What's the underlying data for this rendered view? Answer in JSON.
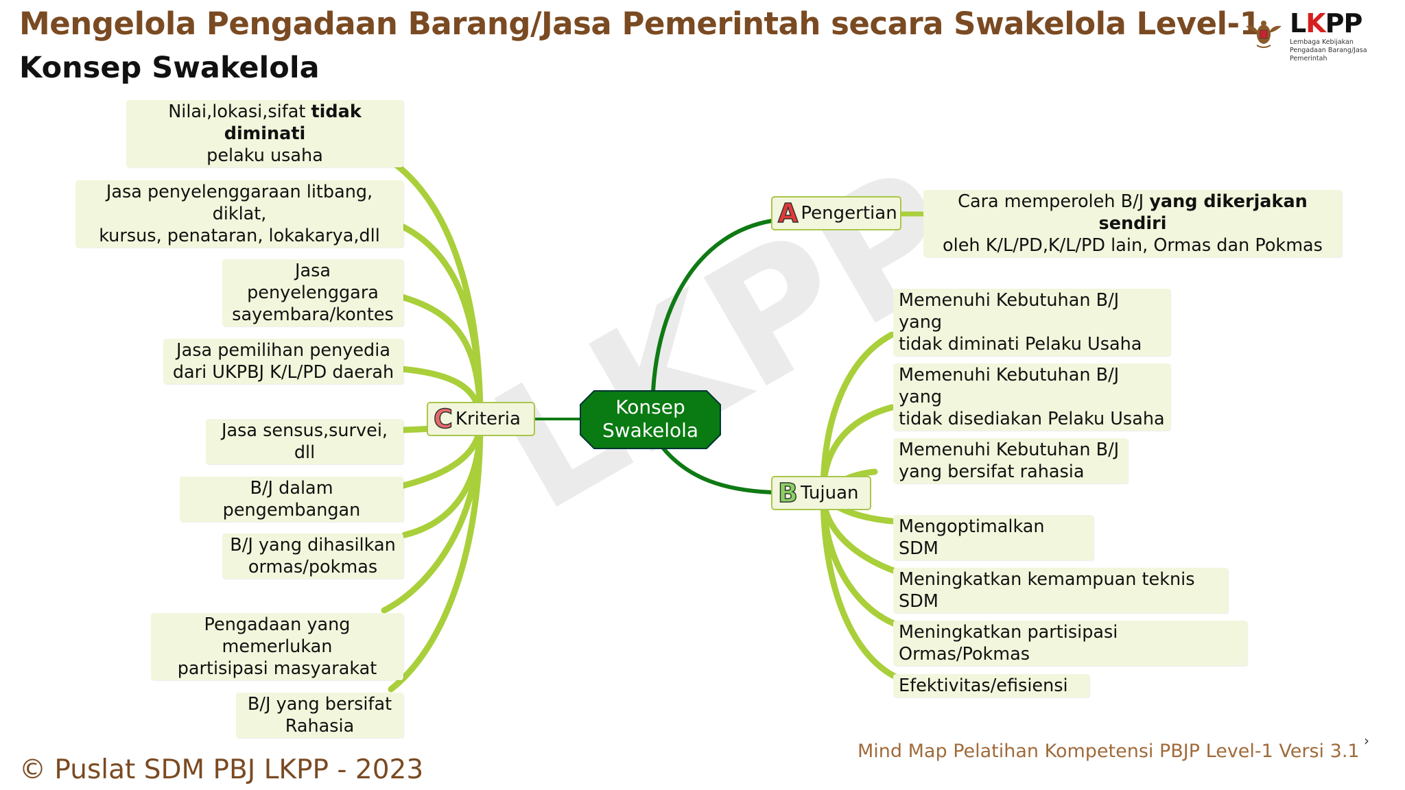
{
  "header": {
    "title": "Mengelola Pengadaan Barang/Jasa Pemerintah secara Swakelola Level-1",
    "subtitle": "Konsep Swakelola"
  },
  "logo": {
    "name_prefix": "L",
    "name_k": "K",
    "name_suffix": "PP",
    "line1": "Lembaga Kebijakan",
    "line2": "Pengadaan Barang/Jasa Pemerintah"
  },
  "watermark": "LKPP",
  "mindmap": {
    "center": {
      "line1": "Konsep",
      "line2": "Swakelola"
    },
    "pengertian": {
      "letter": "A",
      "label": "Pengertian",
      "detail": {
        "line1_normal": "Cara memperoleh B/J ",
        "line1_bold": "yang dikerjakan sendiri",
        "line2": "oleh K/L/PD,K/L/PD lain, Ormas dan Pokmas"
      }
    },
    "tujuan": {
      "letter": "B",
      "label": "Tujuan",
      "items": [
        {
          "line1": "Memenuhi Kebutuhan B/J yang",
          "line2": "tidak diminati Pelaku Usaha"
        },
        {
          "line1": "Memenuhi Kebutuhan B/J yang",
          "line2": "tidak disediakan Pelaku Usaha"
        },
        {
          "line1": "Memenuhi Kebutuhan B/J",
          "line2": "yang bersifat rahasia"
        },
        {
          "line1": "Mengoptimalkan SDM",
          "line2": ""
        },
        {
          "line1": "Meningkatkan kemampuan teknis SDM",
          "line2": ""
        },
        {
          "line1": "Meningkatkan partisipasi Ormas/Pokmas",
          "line2": ""
        },
        {
          "line1": "Efektivitas/efisiensi",
          "line2": ""
        }
      ]
    },
    "kriteria": {
      "letter": "C",
      "label": "Kriteria",
      "item0": {
        "line1_normal": "Nilai,lokasi,sifat ",
        "line1_bold": "tidak diminati",
        "line2": "pelaku usaha"
      },
      "items": [
        {
          "line1": "Jasa penyelenggaraan litbang, diklat,",
          "line2": "kursus, penataran, lokakarya,dll"
        },
        {
          "line1": "Jasa penyelenggara",
          "line2": "sayembara/kontes"
        },
        {
          "line1": "Jasa pemilihan penyedia",
          "line2": "dari UKPBJ K/L/PD daerah"
        },
        {
          "line1": "Jasa sensus,survei, dll",
          "line2": ""
        },
        {
          "line1": "B/J dalam pengembangan",
          "line2": ""
        },
        {
          "line1": "B/J yang dihasilkan",
          "line2": "ormas/pokmas"
        },
        {
          "line1": "Pengadaan yang memerlukan",
          "line2": "partisipasi masyarakat"
        },
        {
          "line1": "B/J yang bersifat",
          "line2": "Rahasia"
        }
      ]
    }
  },
  "footer": {
    "copyright": "© Puslat SDM PBJ LKPP - 2023",
    "caption": "Mind Map Pelatihan Kompetensi PBJP Level-1 Versi 3.1"
  },
  "colors": {
    "title": "#7a4a22",
    "center_fill": "#0a7a12",
    "branch_dark": "#0f7a14",
    "branch_light": "#a9cf3a",
    "node_bg": "#f2f6dc"
  }
}
